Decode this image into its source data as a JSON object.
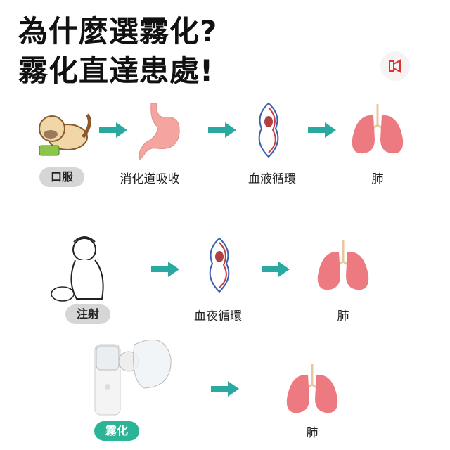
{
  "title": {
    "line1": "為什麼選霧化?",
    "line2": "霧化直達患處!"
  },
  "colors": {
    "arrow": "#2aa9a0",
    "lung": "#e86a72",
    "badge_gray": "#d6d6d6",
    "badge_green": "#2bb596"
  },
  "rows": [
    {
      "badge": "口服",
      "steps": [
        "消化道吸收",
        "血液循環",
        "肺"
      ]
    },
    {
      "badge": "注射",
      "steps": [
        "血夜循環",
        "肺"
      ]
    },
    {
      "badge": "霧化",
      "steps": [
        "肺"
      ]
    }
  ]
}
